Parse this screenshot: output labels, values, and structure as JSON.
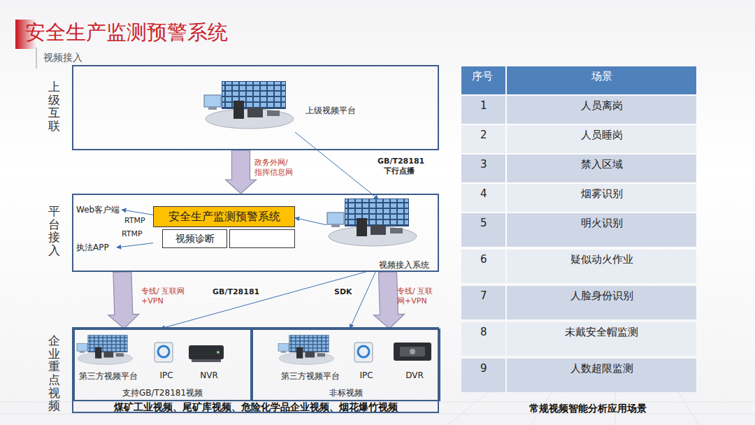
{
  "diagram": {
    "title": "安全生产监测预警系统",
    "nodes": [
      {
        "text": [
          "上级互联"
        ]
      },
      {
        "text": [
          "上级视频平台"
        ],
        "in": 0
      },
      {
        "text": [
          "平台接入"
        ]
      },
      {
        "text": [
          "安全生产监测预警系统"
        ],
        "in": 2
      },
      {
        "text": [
          "视频诊断"
        ],
        "in": 3
      },
      {
        "text": [
          "视频接入系统"
        ],
        "in": 2
      },
      {
        "text": [
          "Web客户端"
        ],
        "in": 2
      },
      {
        "text": [
          "执法APP"
        ],
        "in": 2
      },
      {
        "text": [
          "企业重点视频",
          "煤矿工业视频、尾矿库视频、危险化学品企业视频、烟花爆竹视频"
        ]
      },
      {
        "text": [
          "支持GB/T28181视频"
        ],
        "in": 8
      },
      {
        "text": [
          "第三方视频平台"
        ],
        "in": 9
      },
      {
        "text": [
          "IPC"
        ],
        "in": 9
      },
      {
        "text": [
          "NVR"
        ],
        "in": 9
      },
      {
        "text": [
          "非标视频"
        ],
        "in": 8
      },
      {
        "text": [
          "第三方视频平台"
        ],
        "in": 13
      },
      {
        "text": [
          "IPC"
        ],
        "in": 13
      },
      {
        "text": [
          "DVR"
        ],
        "in": 13
      }
    ],
    "edges": [
      {
        "from": 0,
        "to": 2,
        "label": "政务外网/ 指挥信息网",
        "arrow": "to"
      },
      {
        "from": 1,
        "to": 5,
        "label": "GB/T28181 下行点播",
        "arrow": "to"
      },
      {
        "from": 5,
        "to": 3,
        "arrow": "to"
      },
      {
        "from": 3,
        "to": 6,
        "label": "RTMP",
        "arrow": "to"
      },
      {
        "from": 3,
        "to": 7,
        "label": "RTMP",
        "arrow": "to"
      },
      {
        "from": 2,
        "to": 9,
        "label": "专线/ 互联网+VPN",
        "arrow": "to"
      },
      {
        "from": 2,
        "to": 13,
        "label": "专线/ 互联网+VPN",
        "arrow": "to"
      },
      {
        "from": 5,
        "to": 9,
        "label": "GB/T28181",
        "arrow": "to"
      },
      {
        "from": 5,
        "to": 13,
        "label": "SDK",
        "arrow": "to"
      }
    ],
    "labels": [
      "视频接入",
      "序号",
      "场景",
      "1",
      "人员离岗",
      "2",
      "人员睡岗",
      "3",
      "禁入区域",
      "4",
      "烟雾识别",
      "5",
      "明火识别",
      "6",
      "疑似动火作业",
      "7",
      "人脸身份识别",
      "8",
      "未戴安全帽监测",
      "9",
      "人数超限监测",
      "常规视频智能分析应用场景"
    ]
  }
}
